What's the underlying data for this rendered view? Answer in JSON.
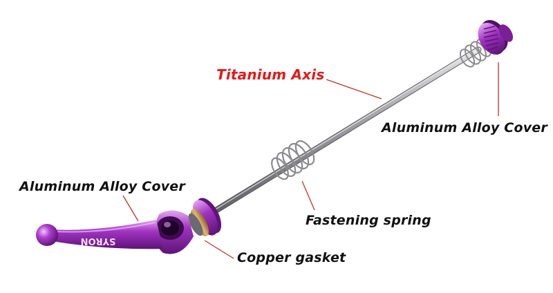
{
  "labels": {
    "titanium_axis": "Titanium Axis",
    "aluminum_cover_right": "Aluminum Alloy Cover",
    "aluminum_cover_left": "Aluminum Alloy Cover",
    "fastening_spring": "Fastening spring",
    "copper_gasket": "Copper gasket"
  },
  "lever_text": "SYRON",
  "colors": {
    "accent_label": "#e21a1a",
    "label": "#111111",
    "leader_line": "#c0312d",
    "anodized_purple": "#9b2fb8",
    "titanium_rod": "#a9a9ad",
    "copper": "#c8934a"
  }
}
